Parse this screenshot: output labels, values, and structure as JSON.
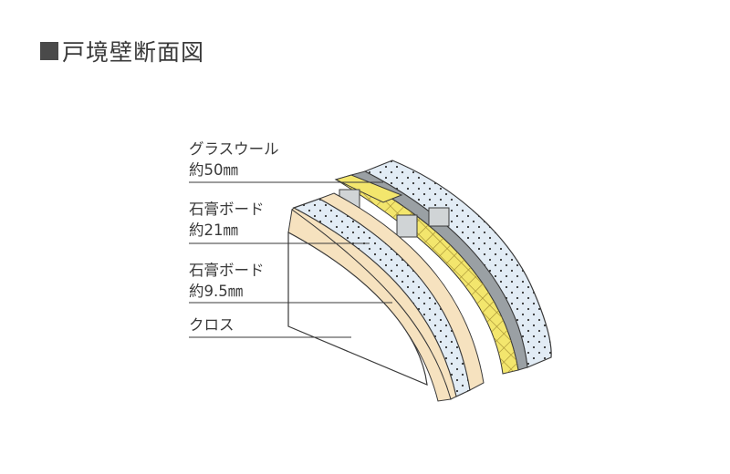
{
  "title": {
    "marker": "■",
    "text": "戸境壁断面図"
  },
  "labels": [
    {
      "name": "グラスウール",
      "thickness": "約50㎜"
    },
    {
      "name": "石膏ボード",
      "thickness": "約21㎜"
    },
    {
      "name": "石膏ボード",
      "thickness": "約9.5㎜"
    },
    {
      "name": "クロス",
      "thickness": ""
    }
  ],
  "colors": {
    "glass_wool": "#f3e66d",
    "glass_wool_grid": "#a08a2e",
    "gypsum_21": "#c8ced3",
    "gypsum_21_surface": "#9aa0a4",
    "gypsum_9_5": "#f6e2bf",
    "board_face": "#e2ecf5",
    "cloth": "#ffffff",
    "stud": "#d0d4d6",
    "outline": "#3a3a3a"
  }
}
